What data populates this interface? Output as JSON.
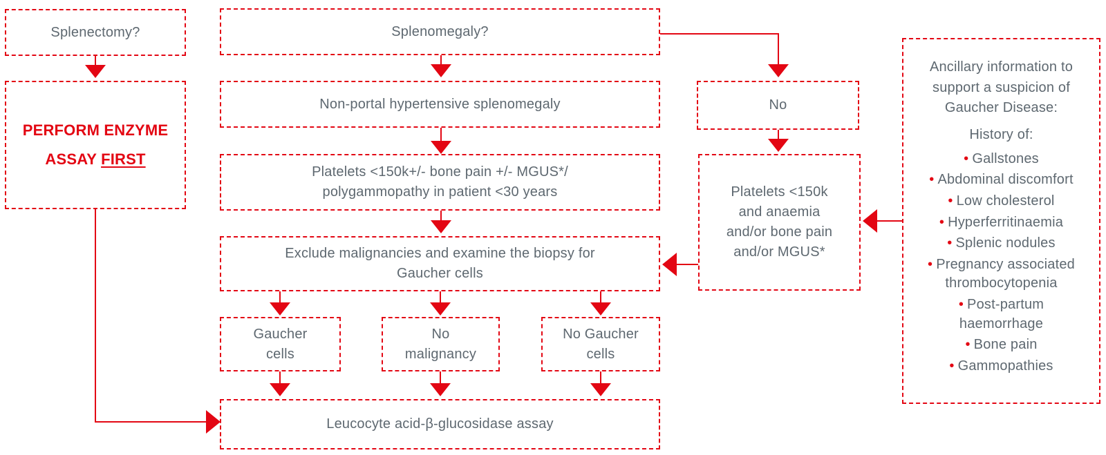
{
  "palette": {
    "red": "#e30613",
    "text_gray": "#5e6870",
    "background": "#ffffff"
  },
  "nodes": {
    "splenectomy": {
      "label": "Splenectomy?"
    },
    "perform_enzyme": {
      "label_main": "PERFORM ENZYME ASSAY",
      "label_underlined": "FIRST"
    },
    "splenomegaly": {
      "label": "Splenomegaly?"
    },
    "non_portal": {
      "label": "Non-portal hypertensive splenomegaly"
    },
    "platelets_main": {
      "label": "Platelets <150k+/- bone pain +/- MGUS*/ polygammopathy in patient <30 years"
    },
    "exclude": {
      "label": "Exclude malignancies and examine the biopsy for Gaucher cells"
    },
    "gaucher_cells": {
      "label": "Gaucher cells"
    },
    "no_malignancy": {
      "label": "No malignancy"
    },
    "no_gaucher_cells": {
      "label": "No Gaucher cells"
    },
    "assay": {
      "label": "Leucocyte acid-β-glucosidase assay"
    },
    "no": {
      "label": "No"
    },
    "platelets_side": {
      "label": "Platelets <150k and anaemia and/or bone pain and/or MGUS*"
    }
  },
  "ancillary": {
    "heading": "Ancillary information to support a suspicion of Gaucher Disease:",
    "history_label": "History of:",
    "items": [
      "Gallstones",
      "Abdominal discomfort",
      "Low cholesterol",
      "Hyperferritinaemia",
      "Splenic nodules",
      "Pregnancy associated thrombocytopenia",
      "Post-partum haemorrhage",
      "Bone pain",
      "Gammopathies"
    ]
  }
}
